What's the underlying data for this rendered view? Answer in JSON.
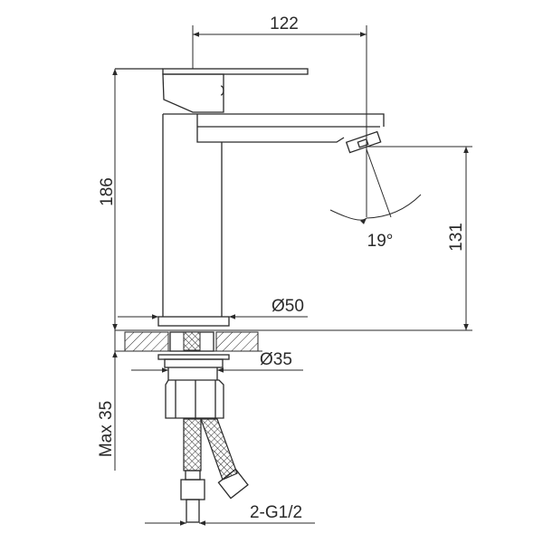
{
  "dimensions": {
    "spout_reach": "122",
    "total_height": "186",
    "spout_height": "131",
    "swivel_angle": "19°",
    "base_diameter": "Ø50",
    "shank_diameter": "Ø35",
    "max_counter_thickness": "Max 35",
    "connection": "2-G1/2"
  },
  "colors": {
    "line": "#2a2a2a",
    "background": "#ffffff"
  }
}
